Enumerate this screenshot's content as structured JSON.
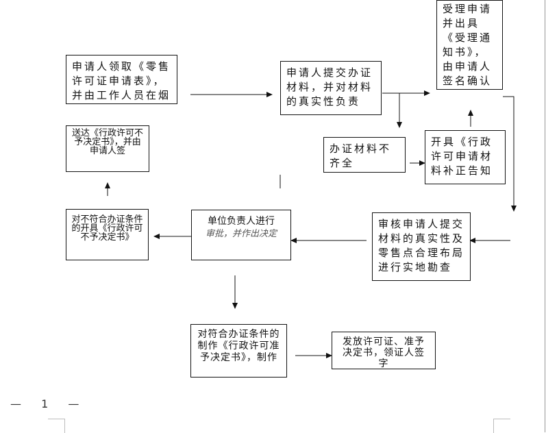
{
  "nodes": {
    "n1": "申请人领取《零售许可证申请表》，并由工作人员在烟",
    "n2": "申请人提交办证材料，并对材料的真实性负责",
    "n3": "受理申请并出具《受理通知书》，由申请人签名确认",
    "n4": "办证材料不齐全",
    "n5": "开具《行政许可申请材料补正告知",
    "n6": "送达《行政许可不予决定书》，并由申请人签",
    "n7": "审核申请人提交材料的真实性及零售点合理布局进行实地勘查",
    "n8_line1": "单位负责人进行",
    "n8_line2": "审批，并作出决定",
    "n9": "对不符合办证条件的开具《行政许可不予决定书》",
    "n10": "对符合办证条件的制作《行政许可准予决定书》，制作",
    "n11": "发放许可证、准予决定书，领证人签字"
  },
  "page_number": "1"
}
